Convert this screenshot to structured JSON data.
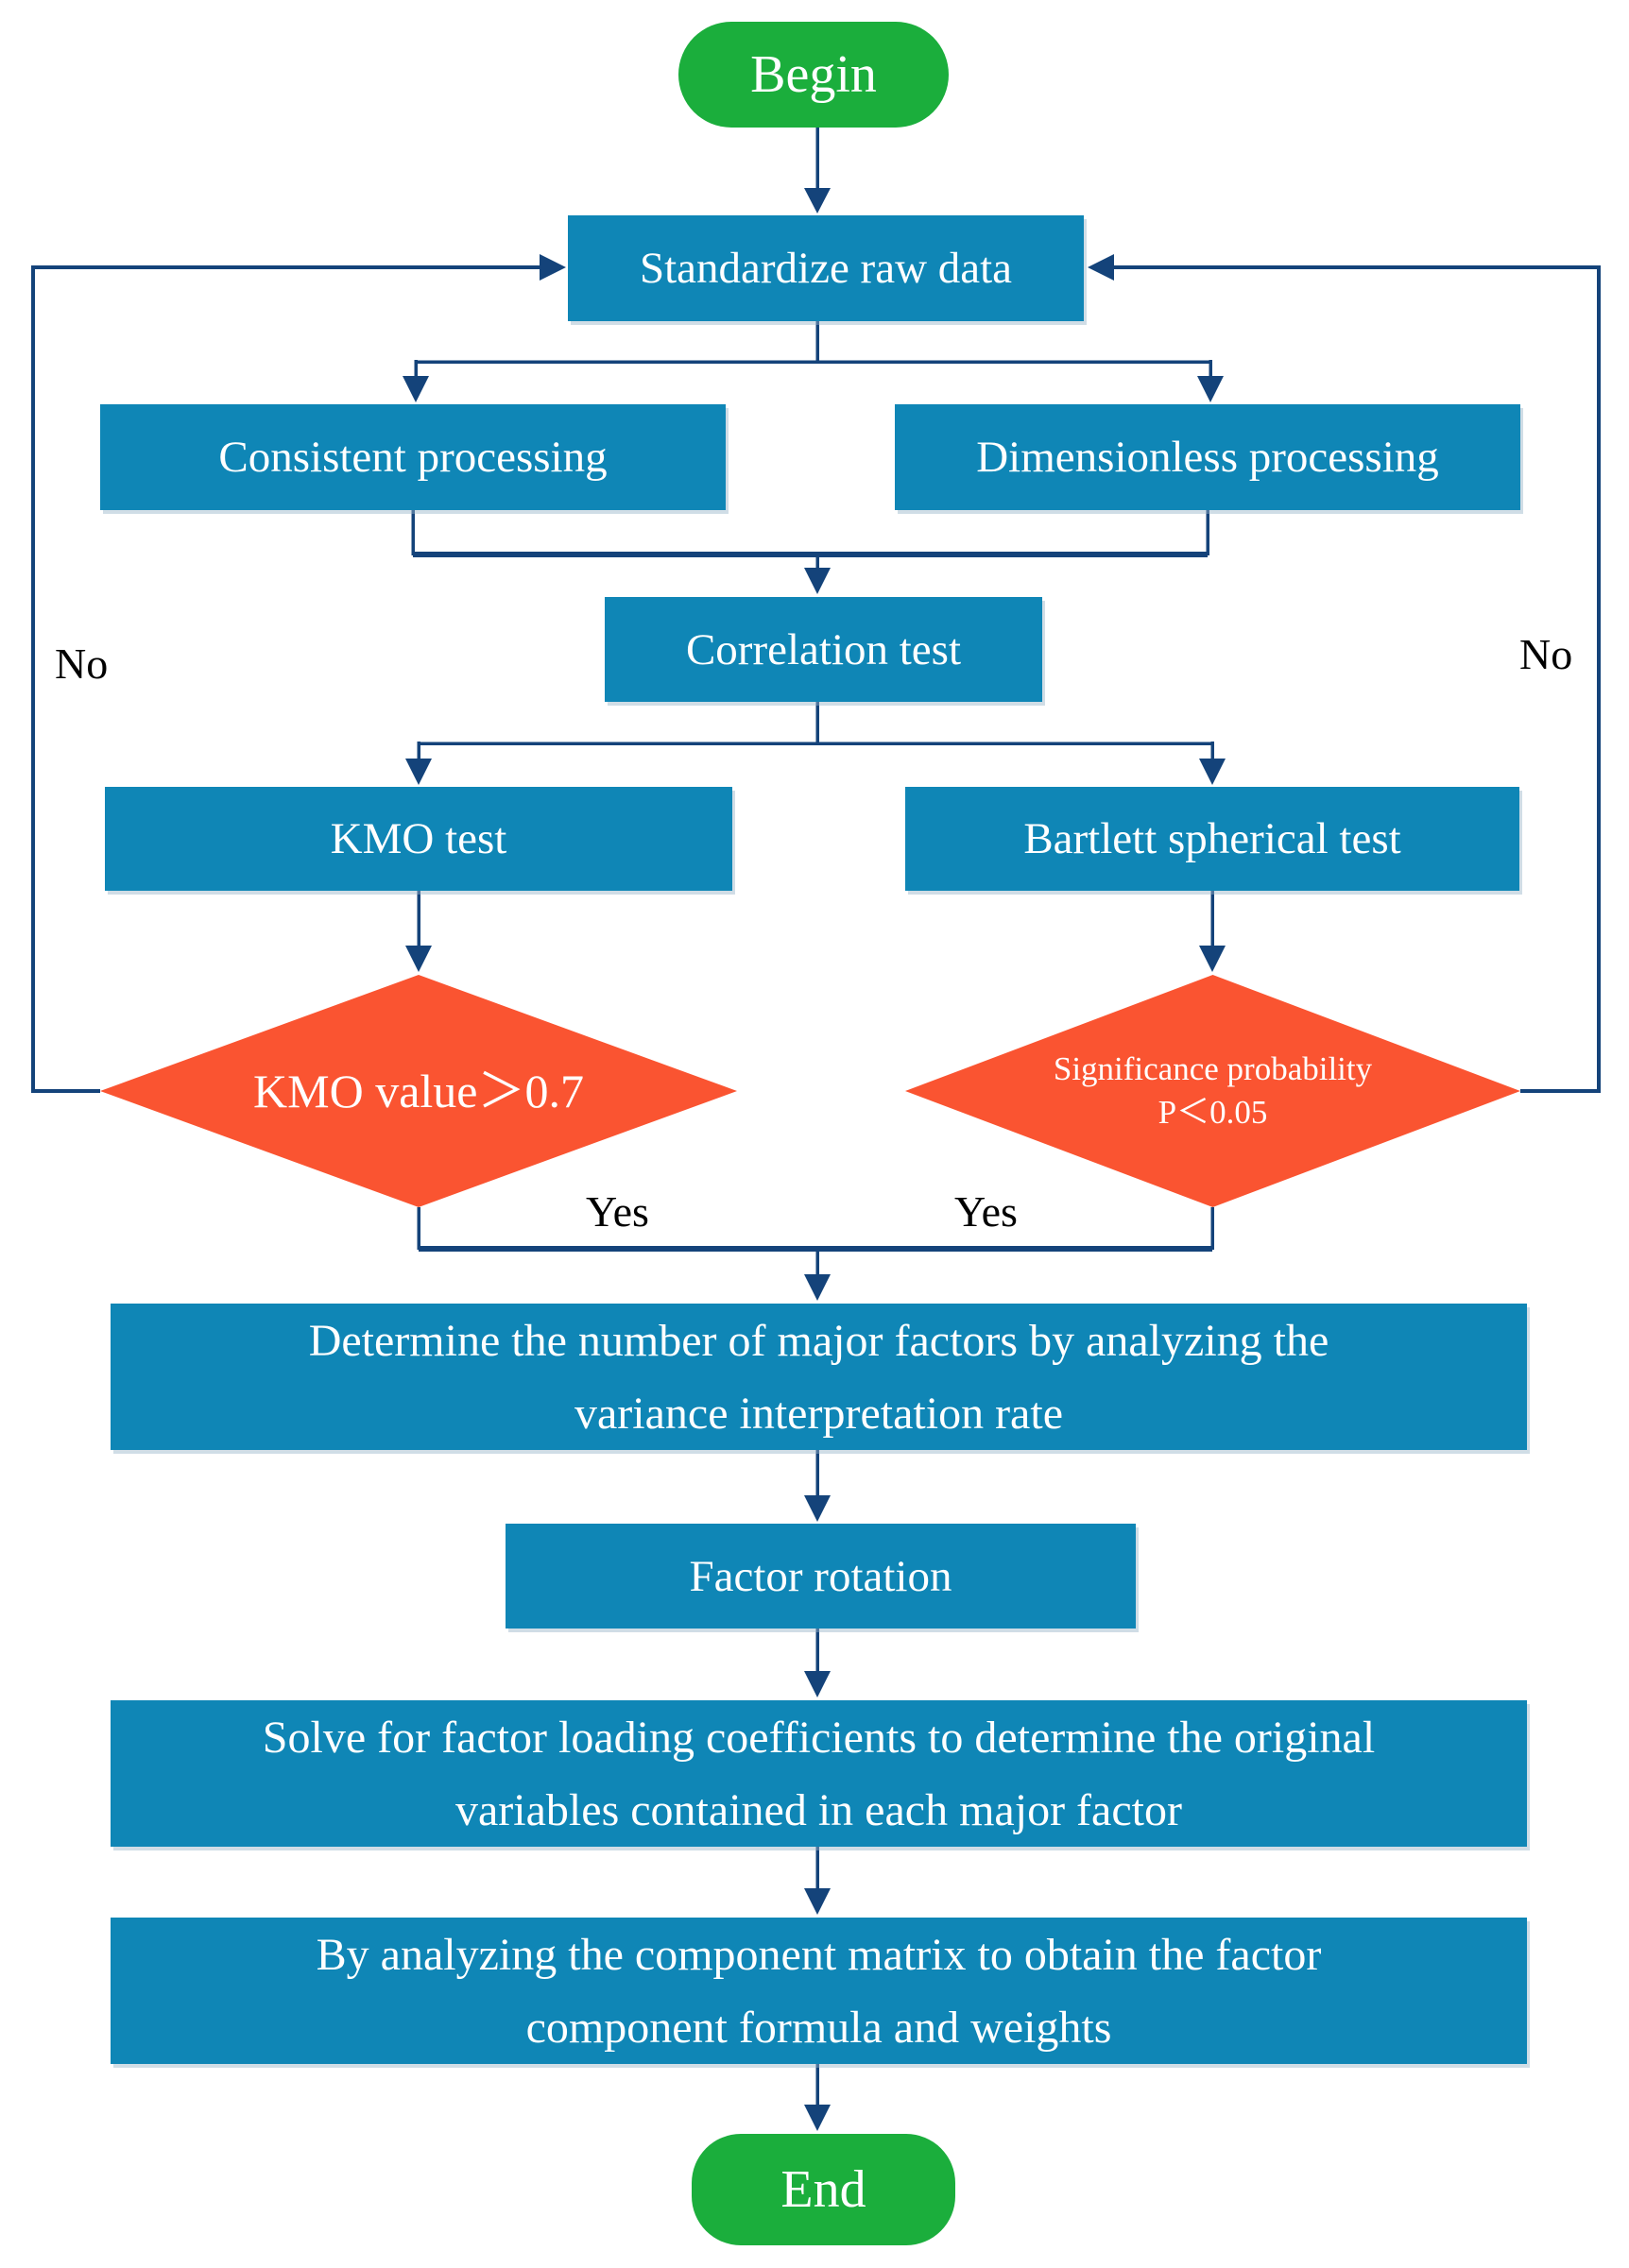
{
  "diagram": {
    "type": "flowchart",
    "description": "Factor analysis procedure flowchart",
    "colors": {
      "process_fill": "#0F86B6",
      "terminator_fill": "#1BAE3C",
      "decision_fill": "#FA5431",
      "connector": "#14437A",
      "text_on_shape": "#ffffff",
      "edge_label_text": "#000000"
    }
  },
  "nodes": {
    "begin": {
      "label": "Begin",
      "shape": "terminator"
    },
    "standardize": {
      "label": "Standardize raw data",
      "shape": "process"
    },
    "consistent": {
      "label": "Consistent processing",
      "shape": "process"
    },
    "dimensionless": {
      "label": "Dimensionless processing",
      "shape": "process"
    },
    "correlation": {
      "label": "Correlation test",
      "shape": "process"
    },
    "kmo": {
      "label": "KMO test",
      "shape": "process"
    },
    "bartlett": {
      "label": "Bartlett spherical test",
      "shape": "process"
    },
    "kmo_decision": {
      "label": "KMO value＞0.7",
      "shape": "decision"
    },
    "sig_decision": {
      "shape": "decision",
      "lines": [
        "Significance probability",
        "P＜0.05"
      ]
    },
    "determine": {
      "shape": "process",
      "lines": [
        "Determine the number of major factors by analyzing the",
        "variance interpretation rate"
      ]
    },
    "factor_rotation": {
      "label": "Factor rotation",
      "shape": "process"
    },
    "solve": {
      "shape": "process",
      "lines": [
        "Solve for factor loading coefficients to determine the original",
        "variables contained in each major factor"
      ]
    },
    "component": {
      "shape": "process",
      "lines": [
        "By analyzing the component matrix to obtain the factor",
        "component formula and weights"
      ]
    },
    "end": {
      "label": "End",
      "shape": "terminator"
    }
  },
  "edge_labels": {
    "no_left": "No",
    "no_right": "No",
    "yes_left": "Yes",
    "yes_right": "Yes"
  }
}
